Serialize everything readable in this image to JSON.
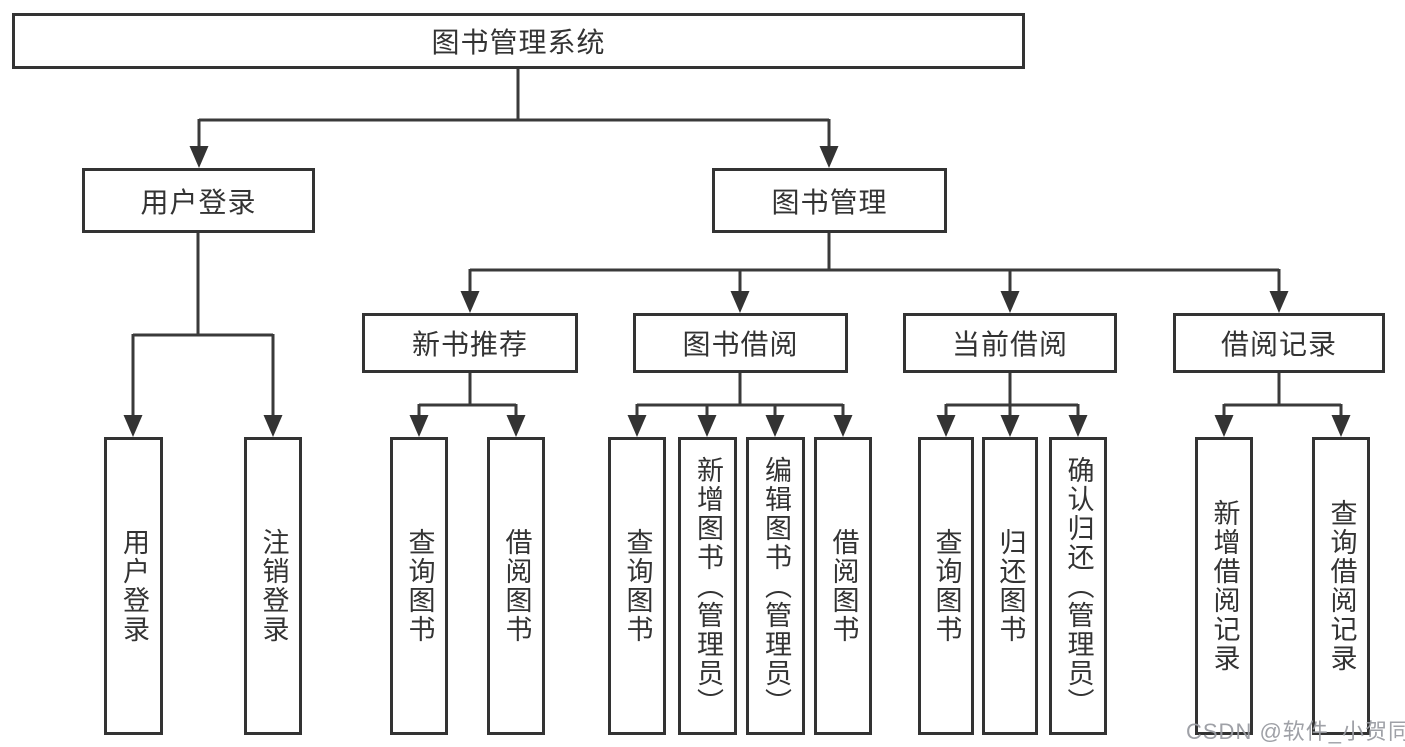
{
  "diagram": {
    "type": "hierarchy-tree",
    "colors": {
      "line": "#3a3a3a",
      "border": "#333333",
      "text": "#333333",
      "background": "#ffffff",
      "watermark": "#9a9ca2"
    },
    "watermark": "CSDN @软件_小贺同学"
  },
  "nodes": {
    "root": {
      "label": "图书管理系统"
    },
    "level2": [
      {
        "label": "用户登录"
      },
      {
        "label": "图书管理"
      }
    ],
    "level3": [
      {
        "label": "新书推荐"
      },
      {
        "label": "图书借阅"
      },
      {
        "label": "当前借阅"
      },
      {
        "label": "借阅记录"
      }
    ],
    "leaves": {
      "user_login": [
        "用户登录",
        "注销登录"
      ],
      "new_book": [
        "查询图书",
        "借阅图书"
      ],
      "book_borrow": [
        "查询图书",
        "新增图书（管理员）",
        "编辑图书（管理员）",
        "借阅图书"
      ],
      "current_borrow": [
        "查询图书",
        "归还图书",
        "确认归还（管理员）"
      ],
      "borrow_record": [
        "新增借阅记录",
        "查询借阅记录"
      ]
    }
  }
}
